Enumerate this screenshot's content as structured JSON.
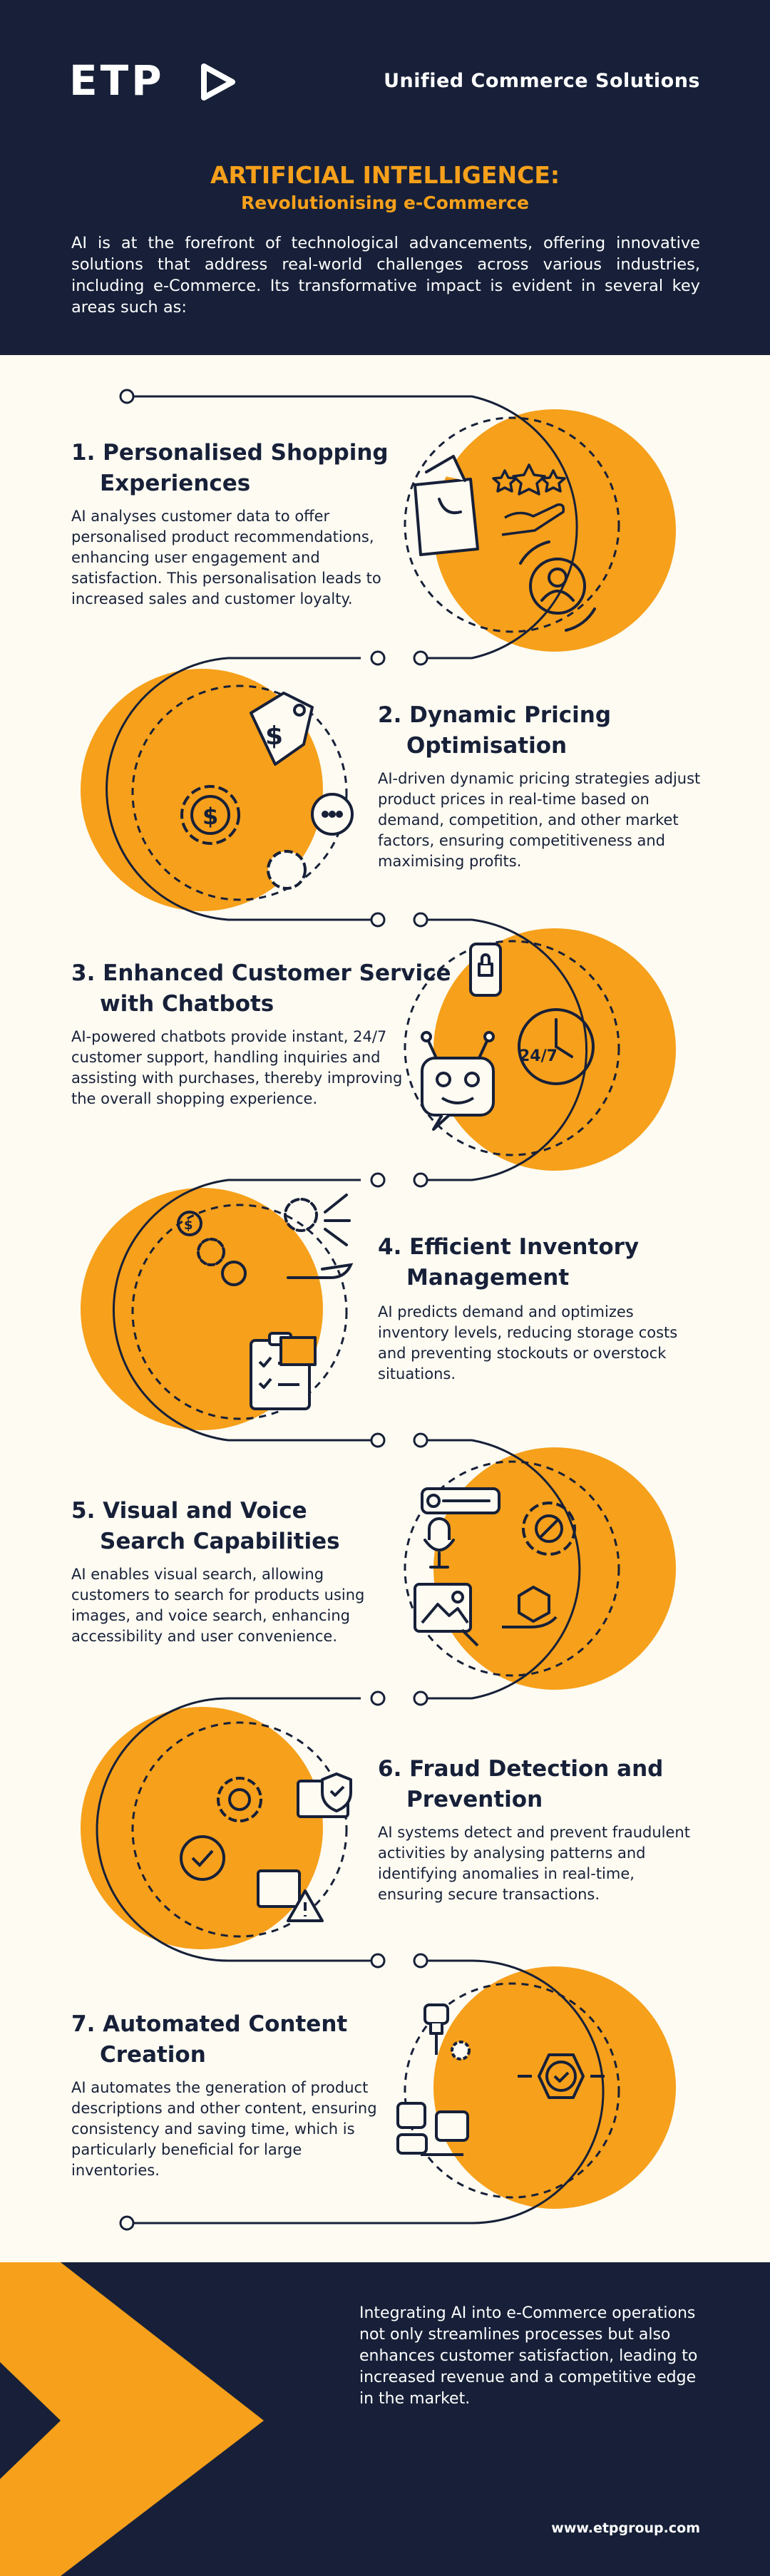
{
  "brand": {
    "logo_text": "ETP",
    "tagline": "Unified Commerce Solutions"
  },
  "hero": {
    "title": "ARTIFICIAL INTELLIGENCE:",
    "subtitle": "Revolutionising e-Commerce",
    "intro": "AI is at the forefront of technological advancements, offering innovative solutions that address real-world challenges across various industries, including e-Commerce. Its transformative impact is evident in several key areas such as:"
  },
  "sections": [
    {
      "title_line1": "1. Personalised Shopping",
      "title_line2": "Experiences",
      "body": "AI analyses customer data to offer personalised product recommendations, enhancing user engagement and satisfaction. This personalisation leads to increased sales and customer loyalty."
    },
    {
      "title_line1": "2. Dynamic Pricing",
      "title_line2": "Optimisation",
      "body": "AI-driven dynamic pricing strategies adjust product prices in real-time based on demand, competition, and other market factors, ensuring competitiveness and maximising profits."
    },
    {
      "title_line1": "3. Enhanced Customer Service",
      "title_line2": "with Chatbots",
      "body": "AI-powered chatbots provide instant, 24/7 customer support, handling inquiries and assisting with purchases, thereby improving the overall shopping experience."
    },
    {
      "title_line1": "4. Efficient Inventory",
      "title_line2": "Management",
      "body": "AI predicts demand and optimizes inventory levels, reducing storage costs and preventing stockouts or overstock situations."
    },
    {
      "title_line1": "5. Visual and Voice",
      "title_line2": "Search Capabilities",
      "body": "AI enables visual search, allowing customers to search for products using images, and voice search, enhancing accessibility and user convenience."
    },
    {
      "title_line1": "6. Fraud Detection and",
      "title_line2": "Prevention",
      "body": "AI systems detect and prevent fraudulent activities by analysing patterns and identifying anomalies in real-time, ensuring secure transactions."
    },
    {
      "title_line1": "7. Automated Content",
      "title_line2": "Creation",
      "body": "AI automates the generation of product descriptions and other content, ensuring consistency and saving time, which is particularly beneficial for large inventories."
    }
  ],
  "clock_label": "24/7",
  "footer": {
    "text": "Integrating AI into e-Commerce operations not only streamlines processes but also enhances customer satisfaction, leading to increased revenue and a competitive edge in the market.",
    "url": "www.etpgroup.com"
  },
  "colors": {
    "navy": "#172038",
    "orange": "#f6a01b",
    "cream": "#fdfbf2"
  },
  "icons": [
    "shopping-bag-icon",
    "star-rating-icon",
    "user-profile-icon",
    "price-tag-icon",
    "dollar-gear-icon",
    "chatbot-icon",
    "smartphone-lock-icon",
    "clock-24-7-icon",
    "inventory-gears-icon",
    "clipboard-checklist-icon",
    "microphone-search-icon",
    "image-search-icon",
    "shield-check-icon",
    "warning-icon",
    "robot-content-icon",
    "gear-check-icon"
  ]
}
